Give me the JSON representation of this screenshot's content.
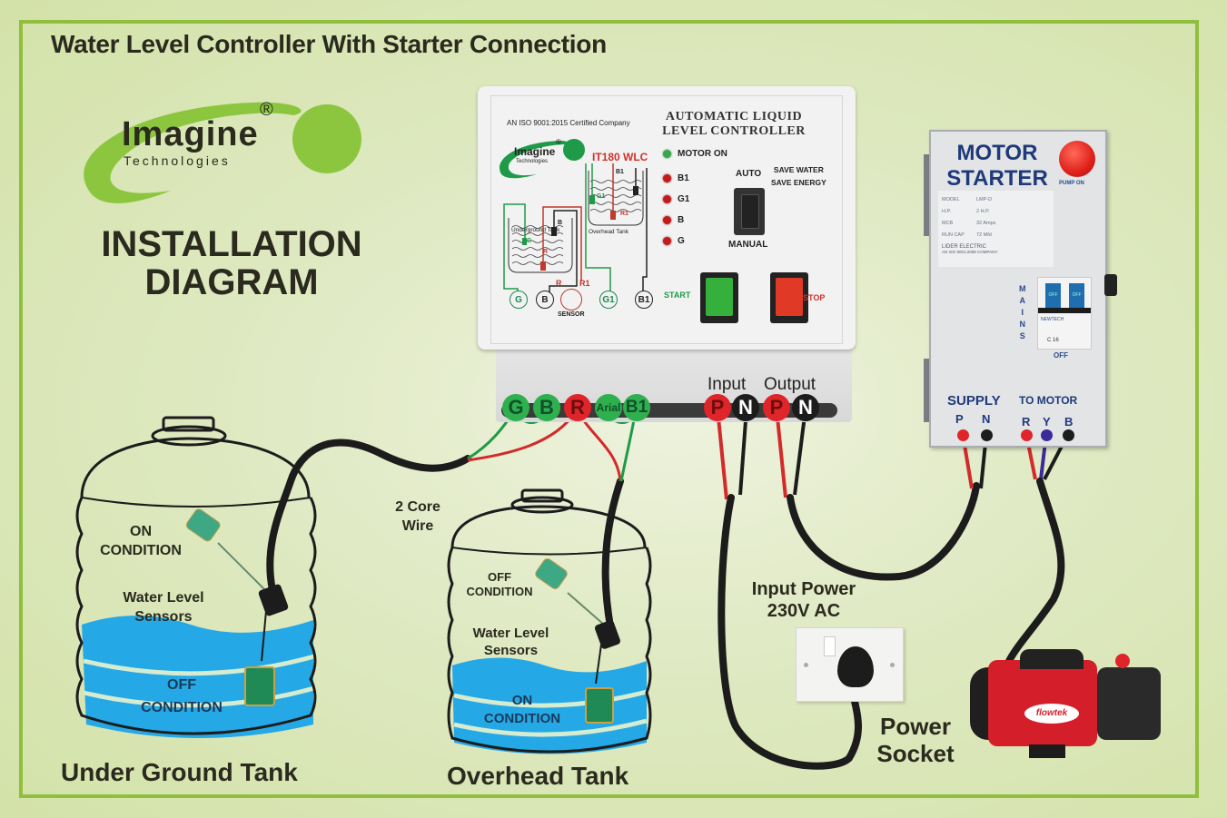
{
  "title": "Water Level Controller With Starter Connection",
  "brand": {
    "name": "Imagine",
    "sub": "Technologies",
    "registered": "®",
    "accent_color": "#8cc63f"
  },
  "heading": {
    "line1": "INSTALLATION",
    "line2": "DIAGRAM"
  },
  "controller": {
    "iso_text": "AN ISO 9001:2015 Certified Company",
    "title_line1": "AUTOMATIC LIQUID",
    "title_line2": "LEVEL CONTROLLER",
    "brand_name": "Imagine",
    "brand_sub": "Technologies",
    "registered": "®",
    "model": "IT180 WLC",
    "indicators": [
      {
        "label": "MOTOR ON",
        "color": "green"
      },
      {
        "label": "B1",
        "color": "red"
      },
      {
        "label": "G1",
        "color": "red"
      },
      {
        "label": "B",
        "color": "red"
      },
      {
        "label": "G",
        "color": "red"
      }
    ],
    "mode_auto": "AUTO",
    "mode_manual": "MANUAL",
    "slogan_line1": "SAVE WATER",
    "slogan_line2": "SAVE ENERGY",
    "start_label": "START",
    "stop_label": "STOP",
    "diagram": {
      "underground_label": "Underground Tank",
      "overhead_label": "Overhead Tank",
      "probe_g": "G",
      "probe_b": "B",
      "probe_r": "R",
      "probe_g1": "G1",
      "probe_r1": "R1",
      "probe_b1": "B1",
      "terminals": [
        "G",
        "B",
        "",
        "G1",
        "B1"
      ],
      "r_label": "R",
      "r1_label": "R1",
      "sensor_label": "SENSOR"
    },
    "strip_terminals": [
      {
        "label": "G",
        "color": "green"
      },
      {
        "label": "B",
        "color": "green"
      },
      {
        "label": "R",
        "color": "red"
      },
      {
        "label": "Arial",
        "color": "green"
      },
      {
        "label": "B1",
        "color": "green"
      }
    ],
    "input_label": "Input",
    "output_label": "Output",
    "io_terminals": [
      {
        "label": "P",
        "color": "red"
      },
      {
        "label": "N",
        "color": "black"
      },
      {
        "label": "P",
        "color": "red"
      },
      {
        "label": "N",
        "color": "black"
      }
    ]
  },
  "starter": {
    "title_line1": "MOTOR",
    "title_line2": "STARTER",
    "pump_on_label": "PUMP ON",
    "specs": [
      {
        "key": "MODEL",
        "value": "LMP-D"
      },
      {
        "key": "H.P.",
        "value": "2 H.P."
      },
      {
        "key": "MCB",
        "value": "32 Amps"
      },
      {
        "key": "RUN CAP",
        "value": "72 Mfd"
      }
    ],
    "maker_line1": "LIDER ELECTRIC",
    "maker_line2": "AN ISO 9001:2008 COMPANY",
    "mains_label": [
      "M",
      "A",
      "I",
      "N",
      "S"
    ],
    "mcb_off_left": "OFF",
    "mcb_off_right": "OFF",
    "mcb_brand": "NEWTECH",
    "mcb_rating": "C 16",
    "off_label": "OFF",
    "supply_label": "SUPPLY",
    "to_motor_label": "TO MOTOR",
    "supply_terminals": [
      {
        "label": "P",
        "color": "#e0252a"
      },
      {
        "label": "N",
        "color": "#1c1c1c"
      }
    ],
    "motor_terminals": [
      {
        "label": "R",
        "color": "#e0252a"
      },
      {
        "label": "Y",
        "color": "#3b2a9a"
      },
      {
        "label": "B",
        "color": "#1c1c1c"
      }
    ]
  },
  "labels": {
    "two_core_wire_line1": "2 Core",
    "two_core_wire_line2": "Wire",
    "input_power_line1": "Input Power",
    "input_power_line2": "230V AC",
    "power_socket_line1": "Power",
    "power_socket_line2": "Socket"
  },
  "underground_tank": {
    "name": "Under Ground Tank",
    "on_line1": "ON",
    "on_line2": "CONDITION",
    "sensors_line1": "Water Level",
    "sensors_line2": "Sensors",
    "off_line1": "OFF",
    "off_line2": "CONDITION"
  },
  "overhead_tank": {
    "name": "Overhead Tank",
    "off_line1": "OFF",
    "off_line2": "CONDITION",
    "sensors_line1": "Water Level",
    "sensors_line2": "Sensors",
    "on_line1": "ON",
    "on_line2": "CONDITION"
  },
  "pump": {
    "brand": "flowtek"
  }
}
